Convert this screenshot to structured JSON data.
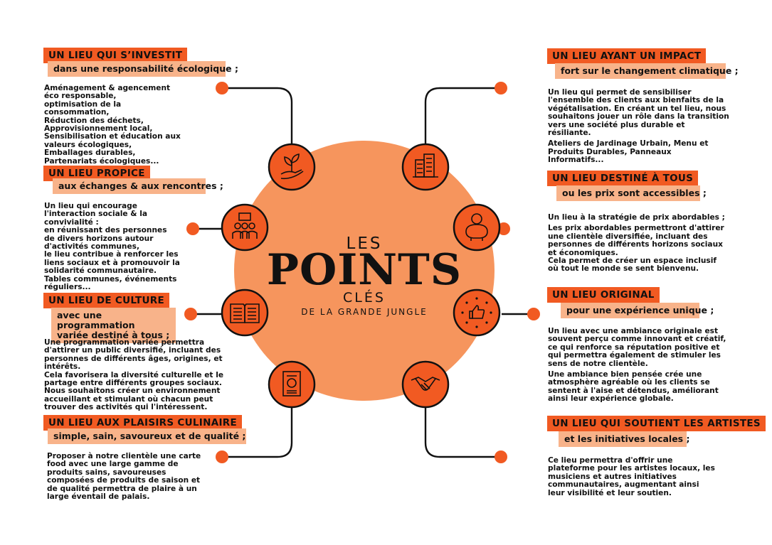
{
  "center": {
    "les": "LES",
    "points": "POINTS",
    "cles": "CLÉS",
    "subtitle": "DE LA GRANDE JUNGLE"
  },
  "colors": {
    "accent": "#f15a22",
    "light": "#f8b38a",
    "circle": "#f6955d",
    "line": "#111111"
  },
  "blocks": [
    {
      "title": "UN LIEU QUI S’INVESTIT",
      "subtitle": "dans une responsabilité écologique ;",
      "body": [
        "Aménagement & agencement éco responsable,\noptimisation de la consommation,\nRéduction des déchets,\nApprovisionnement local,\nSensibilisation et éducation aux valeurs écologiques,\nEmballages durables,\nPartenariats écologiques..."
      ],
      "icon": "plant-in-hand-icon"
    },
    {
      "title": "UN LIEU PROPICE",
      "subtitle": "aux échanges & aux rencontres ;",
      "body": [
        "Un lieu qui encourage l'interaction sociale & la convivialité :\nen réunissant des personnes\nde divers horizons autour\nd'activités communes,\nle lieu contribue à renforcer les liens sociaux et à promouvoir la solidarité communautaire.\nTables communes, événements réguliers..."
      ],
      "icon": "group-chat-icon"
    },
    {
      "title": "UN LIEU DE CULTURE",
      "subtitle": "avec une programmation\nvariée destiné à tous ;",
      "body": [
        "Une programmation variée permettra d'attirer un public diversifié, incluant des personnes de différents âges, origines, et intérêts.\nCela favorisera la diversité culturelle et le partage entre différents groupes sociaux.\nNous souhaitons créer un environnement accueillant et stimulant où chacun peut trouver des activités qui l'intéressent."
      ],
      "icon": "open-book-icon"
    },
    {
      "title": "UN LIEU AUX PLAISIRS CULINAIRE",
      "subtitle": "simple, sain, savoureux et de qualité ;",
      "body": [
        "Proposer à notre clientèle une carte food avec une large gamme de produits sains, savoureuses composées de produits de saison et de qualité permettra de plaire à un large éventail de palais."
      ],
      "icon": "menu-card-icon"
    },
    {
      "title": "UN LIEU AYANT UN IMPACT",
      "subtitle": "fort sur le changement climatique ;",
      "body": [
        "Un lieu qui permet de sensibiliser l'ensemble des clients aux bienfaits de la végétalisation. En créant un tel lieu, nous souhaitons jouer un rôle dans la transition vers une société plus durable et résiliante.",
        "Ateliers de Jardinage Urbain, Menu et Produits Durables, Panneaux Informatifs..."
      ],
      "icon": "green-building-icon"
    },
    {
      "title": "UN LIEU DESTINÉ À TOUS",
      "subtitle": "ou les prix sont accessibles ;",
      "body": [
        "Un lieu à la stratégie de prix abordables ;",
        "Les prix abordables permettront d'attirer une clientèle diversifiée, incluant des personnes de différents horizons sociaux et économiques.\nCela permet de créer un espace inclusif où tout le monde se sent bienvenu."
      ],
      "icon": "piggy-bank-icon"
    },
    {
      "title": "UN LIEU ORIGINAL",
      "subtitle": "pour une expérience unique ;",
      "body": [
        "Un lieu avec une ambiance originale est souvent perçu comme innovant et créatif, ce qui renforce sa réputation positive et qui permettra également de stimuler les sens de notre clientèle.",
        "Une ambiance bien pensée crée une atmosphère agréable où les clients se sentent à l'aise et détendus, améliorant ainsi leur expérience globale."
      ],
      "icon": "thumbs-up-stars-icon"
    },
    {
      "title": "UN LIEU QUI SOUTIENT LES ARTISTES",
      "subtitle": "et les initiatives locales ;",
      "body": [
        "Ce lieu permettra d'offrir une plateforme pour les artistes locaux, les musiciens et autres initiatives communautaires, augmentant ainsi leur visibilité et leur soutien."
      ],
      "icon": "handshake-icon"
    }
  ]
}
